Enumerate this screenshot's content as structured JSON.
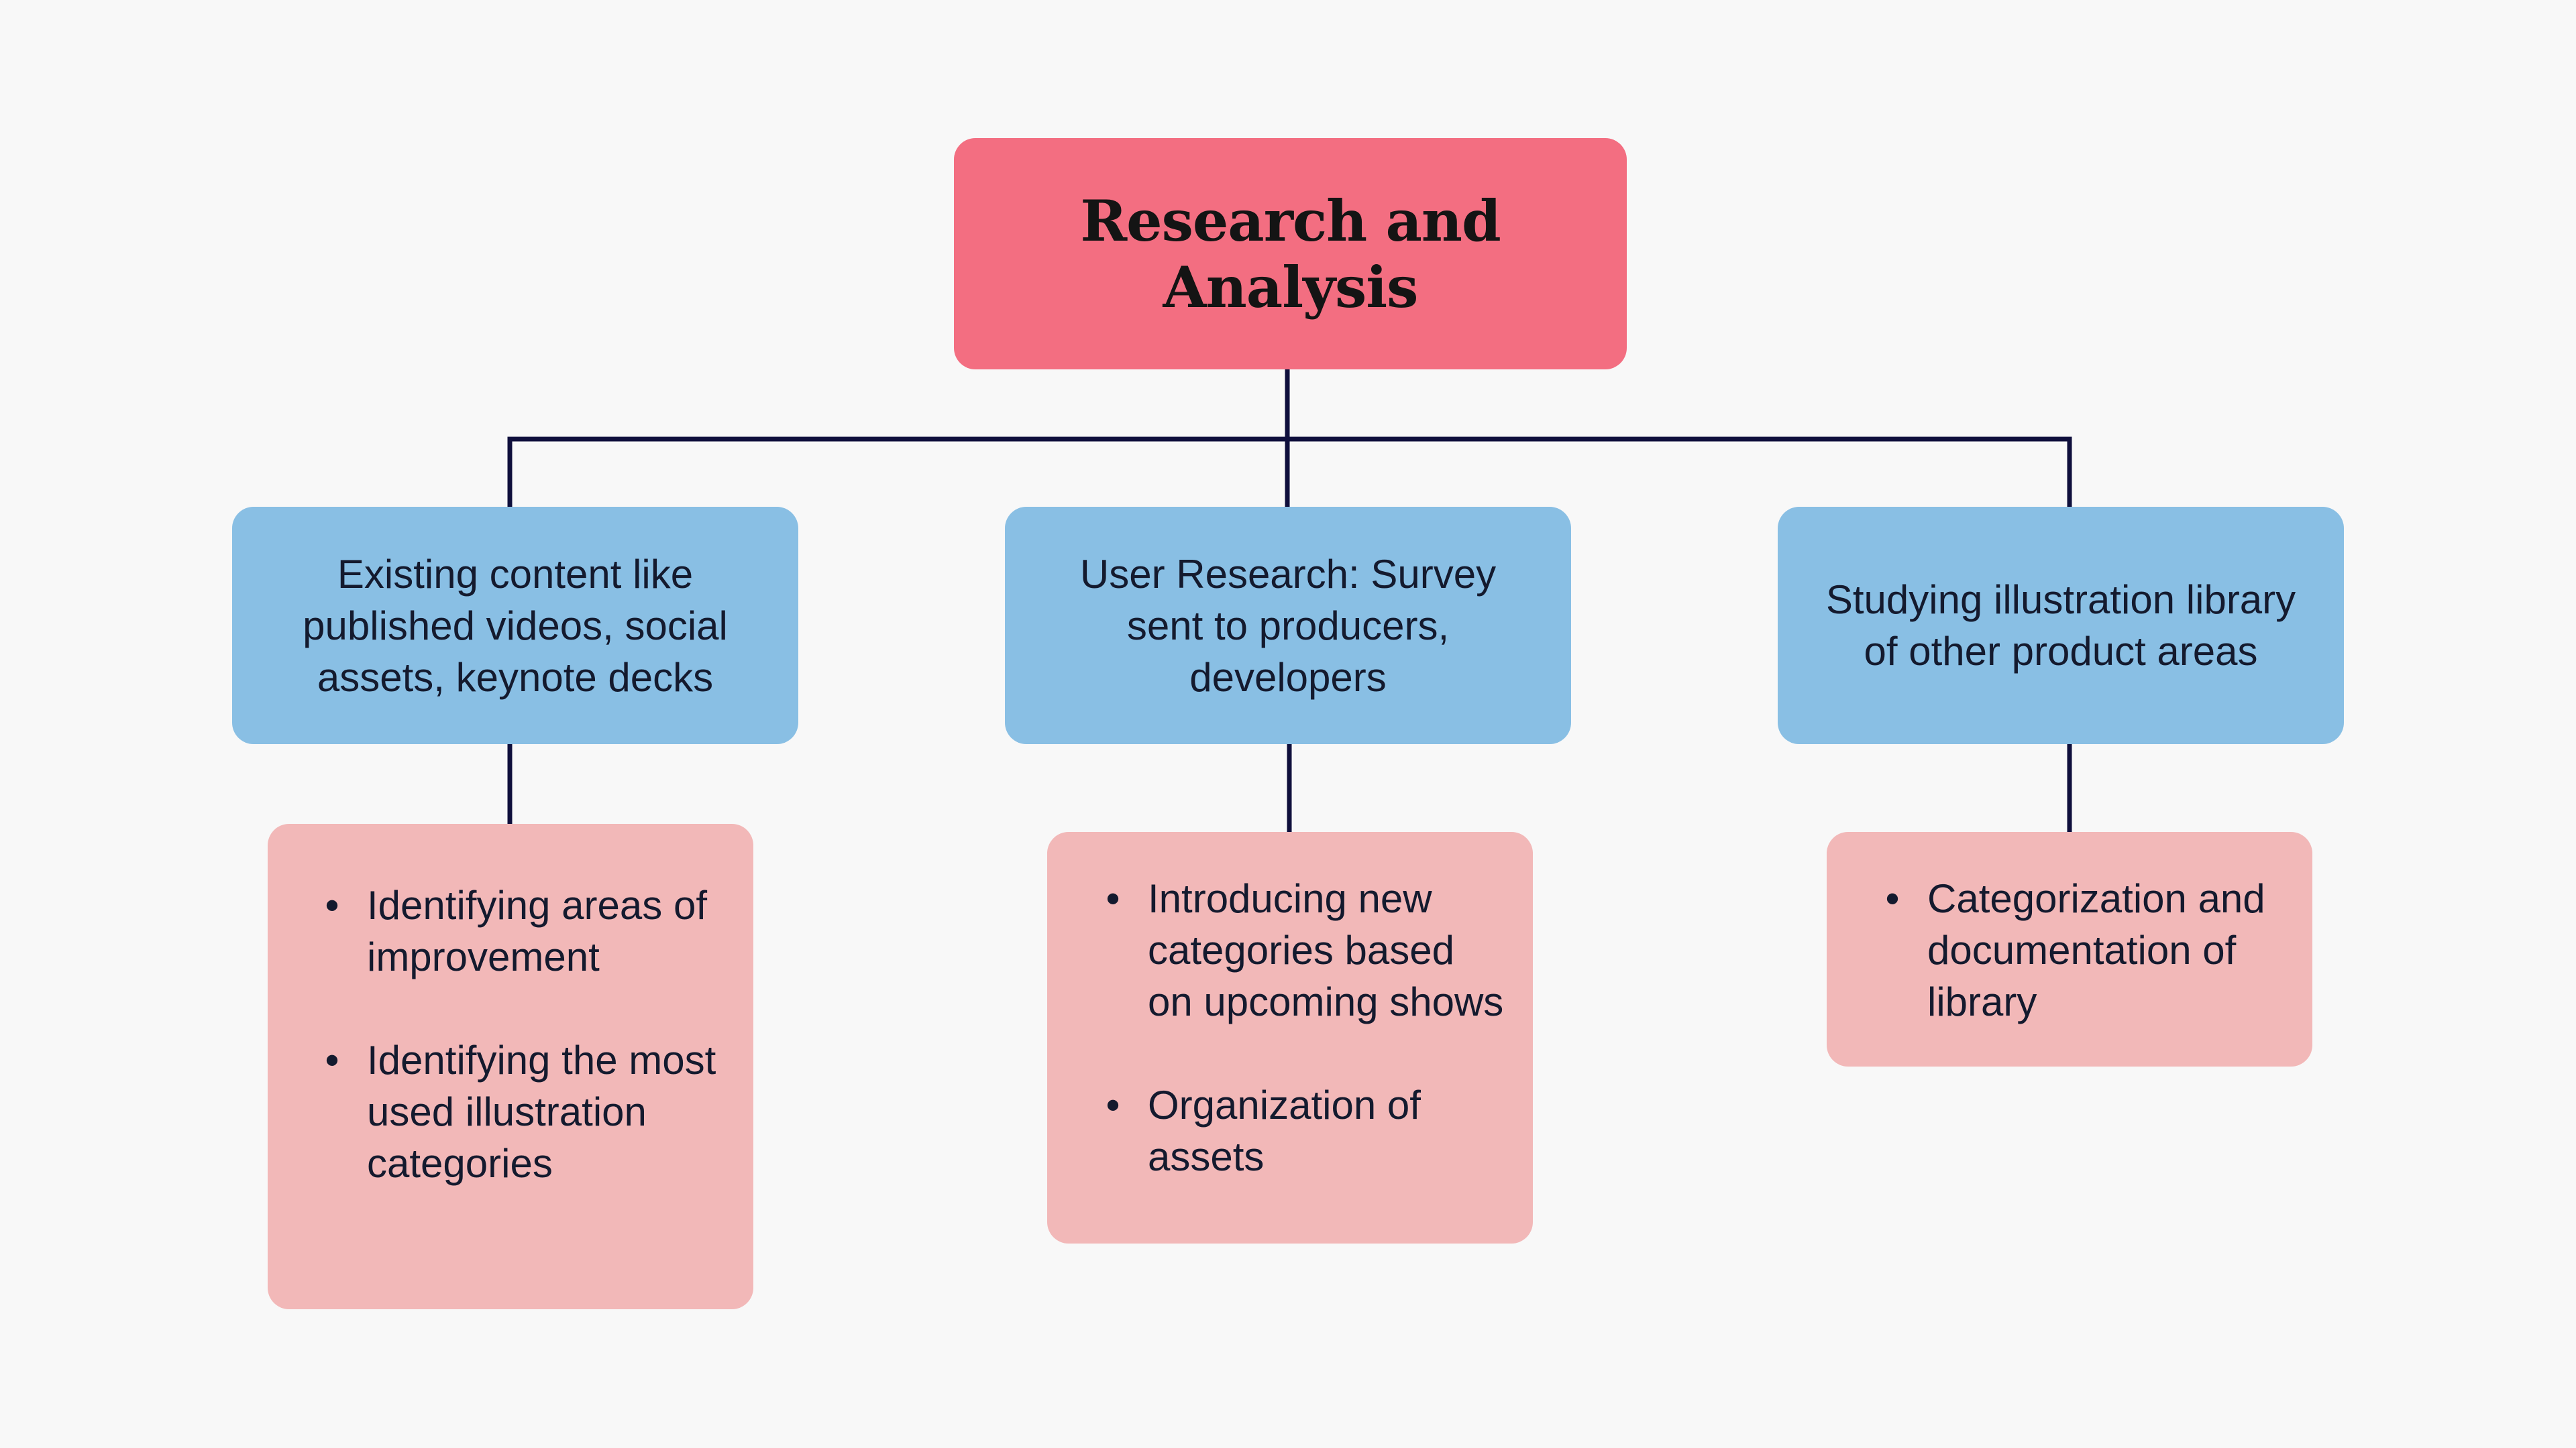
{
  "root": {
    "title": "Research and Analysis"
  },
  "branches": [
    {
      "label": "Existing content like published videos, social assets, keynote decks",
      "items": [
        "Identifying areas of improvement",
        "Identifying the most used illustration categories"
      ]
    },
    {
      "label": "User Research: Survey sent to producers, developers",
      "items": [
        "Introducing new categories based on upcoming shows",
        "Organization of assets"
      ]
    },
    {
      "label": "Studying illustration library of other product areas",
      "items": [
        "Categorization and documentation of library"
      ]
    }
  ],
  "bullet_glyph": "•",
  "colors": {
    "background": "#f8f8f8",
    "root_fill": "#f36e81",
    "branch_fill": "#89bfe4",
    "leaf_fill": "#f2b8b8",
    "connector": "#0f0f3c",
    "text": "#141a2e"
  }
}
